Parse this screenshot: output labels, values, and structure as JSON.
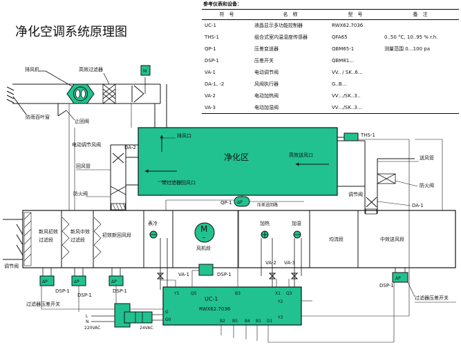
{
  "title": "净化空调系统原理图",
  "table": {
    "caption": "参考仪表和设备：",
    "headers": [
      "符　号",
      "名　称",
      "型　号",
      "备　注"
    ],
    "rows": [
      [
        "UC-1",
        "液晶显示多功能控制器",
        "RWX62.7036",
        ""
      ],
      [
        "THS-1",
        "组合式室内温湿度传感器",
        "QFA65",
        "0..50 °C, 10..95 % r.h."
      ],
      [
        "QP-1",
        "压差变送器",
        "QBM65-1",
        "测量范围 0…100 pa"
      ],
      [
        "DSP-1",
        "压差开关",
        "QBM81…",
        ""
      ],
      [
        "VA-1",
        "电动调节阀",
        "VV.. / SK..6…",
        ""
      ],
      [
        "DA-1, -2",
        "风阀执行器",
        "G..B…",
        ""
      ],
      [
        "VA-2",
        "电动加热阀",
        "VV…/SK..3..",
        ""
      ],
      [
        "VA-3",
        "电动加湿阀",
        "VV…/SK..3…",
        ""
      ]
    ]
  },
  "labels": {
    "exhaust_fan": "排风机",
    "hepa_filter": "高效过滤器",
    "actuator_m": "M",
    "rain_louver": "防雨百叶窗",
    "check_valve": "止回阀",
    "motor_damper": "电动调节风阀",
    "da2": "DA-2",
    "return_duct": "回风管",
    "fire_damper_left": "防火阀",
    "exhaust_outlet": "排风口",
    "clean_zone": "净化区",
    "hepa_supply_outlet": "高效送风口",
    "filtered_return": "带过滤器回风口",
    "ths1": "THS-1",
    "supply_duct": "送风管",
    "fire_damper_right": "防火阀",
    "reg_damper": "调节阀",
    "da1": "DA-1",
    "qp1": "QP-1",
    "delta_p": "ΔP",
    "dp_pipe": "压差送回路",
    "sec_fresh_primary": "新风初效过滤段",
    "sec_fresh_medium": "新风中效过滤段",
    "sec_primary_return": "初效新回风段",
    "sec_cooling": "表冷",
    "sec_fan_m": "M",
    "sec_fan_tilde": "~",
    "sec_fan": "风机段",
    "sec_heating": "加热",
    "sec_humidify": "加湿",
    "sec_uniform": "均流段",
    "sec_medium_supply": "中效送风段",
    "reg_valve_left": "调节阀",
    "dp_symbol": "ΔP",
    "dsp1": "DSP-1",
    "filter_dp_switch_left": "过滤器压差开关",
    "filter_dp_switch_right": "过滤器压差开关",
    "va1": "VA-1",
    "va2": "VA-2",
    "va3": "VA-3",
    "uc1": "UC-1",
    "uc_model": "RWX62.7036",
    "t_y1": "Y1",
    "t_q5": "Q5",
    "t_b3": "B3",
    "t_x1": "X1",
    "t_q3": "Q3",
    "t_y2": "Y2",
    "t_y3": "Y3",
    "t_g": "G",
    "t_g0": "G0",
    "t_b2": "B2",
    "t_b5": "B5",
    "t_b4": "B4",
    "t_b1": "B1",
    "t_d1": "D1",
    "t_l": "L",
    "t_n": "N",
    "v220": "220VAC",
    "v24": "24VAC"
  },
  "colors": {
    "clean_zone_fill": "#21c28f",
    "controller_fill": "#21c28f",
    "line": "#111111",
    "table_border": "#000000"
  },
  "icons": [
    "fan-icon",
    "motor-icon",
    "actuator-icon",
    "dp-sensor-icon",
    "valve-icon",
    "coil-icon",
    "damper-icon",
    "transformer-icon"
  ]
}
